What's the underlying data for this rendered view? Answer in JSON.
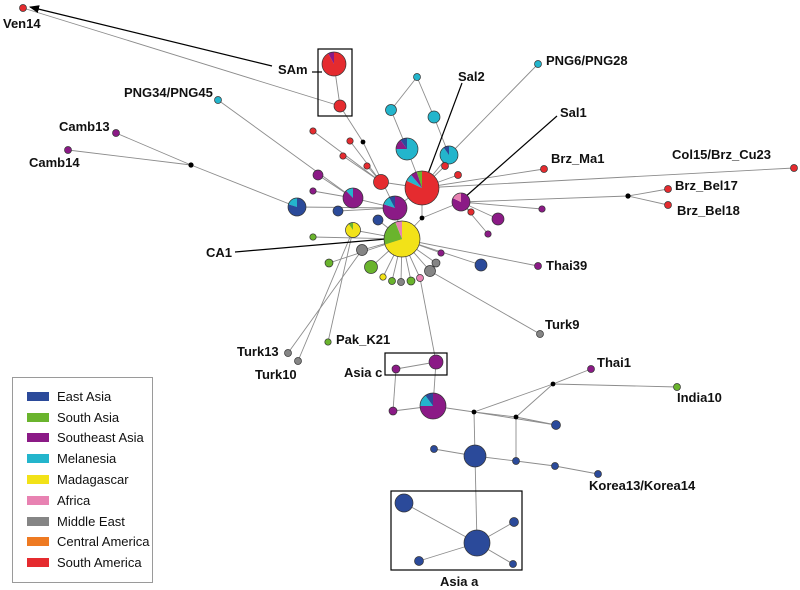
{
  "labels": {
    "ven14": "Ven14",
    "sam": "SAm",
    "png34": "PNG34/PNG45",
    "sal2": "Sal2",
    "png6": "PNG6/PNG28",
    "sal1": "Sal1",
    "camb13": "Camb13",
    "camb14": "Camb14",
    "brz_ma1": "Brz_Ma1",
    "col15": "Col15/Brz_Cu23",
    "brz_bel17": "Brz_Bel17",
    "brz_bel18": "Brz_Bel18",
    "ca1": "CA1",
    "thai39": "Thai39",
    "turk9": "Turk9",
    "pak_k21": "Pak_K21",
    "turk13": "Turk13",
    "turk10": "Turk10",
    "asia_c": "Asia c",
    "thai1": "Thai1",
    "india10": "India10",
    "korea": "Korea13/Korea14",
    "asia_a": "Asia a"
  },
  "legend": [
    {
      "label": "East Asia",
      "color": "#2b4a9a"
    },
    {
      "label": "South Asia",
      "color": "#6ab42d"
    },
    {
      "label": "Southeast Asia",
      "color": "#8b1a86"
    },
    {
      "label": "Melanesia",
      "color": "#23b5cc"
    },
    {
      "label": "Madagascar",
      "color": "#f2e218"
    },
    {
      "label": "Africa",
      "color": "#e882b2"
    },
    {
      "label": "Middle East",
      "color": "#858585"
    },
    {
      "label": "Central America",
      "color": "#ee7a22"
    },
    {
      "label": "South America",
      "color": "#e52b2f"
    }
  ]
}
